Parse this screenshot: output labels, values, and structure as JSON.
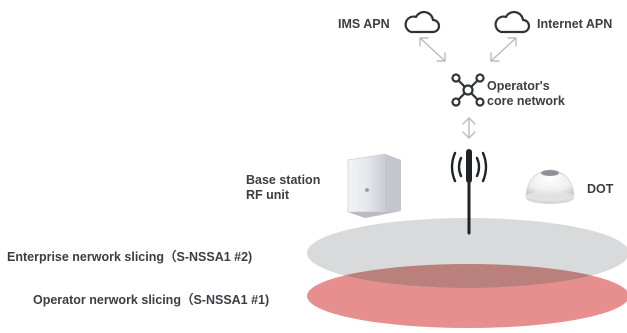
{
  "labels": {
    "ims_apn": "IMS APN",
    "internet_apn": "Internet APN",
    "core_network_line1": "Operator's",
    "core_network_line2": "core network",
    "base_station_line1": "Base station",
    "base_station_line2": "RF unit",
    "dot": "DOT",
    "enterprise_slice": "Enterprise nerwork slicing（S-NSSA1 #2)",
    "operator_slice": "Operator nerwork slicing（S-NSSA1 #1)"
  },
  "colors": {
    "enterprise_slice": "#d9dadb",
    "operator_slice": "#e78f8f",
    "overlap": "#b9807c",
    "icon_stroke": "#2e3438",
    "arrow": "#b8bcc0"
  },
  "icons": {
    "cloud_left": "cloud-icon",
    "cloud_right": "cloud-icon",
    "core": "network-hub-icon",
    "antenna": "antenna-tower-icon",
    "base_station": "base-station-rf-unit",
    "dot": "dot-device"
  }
}
